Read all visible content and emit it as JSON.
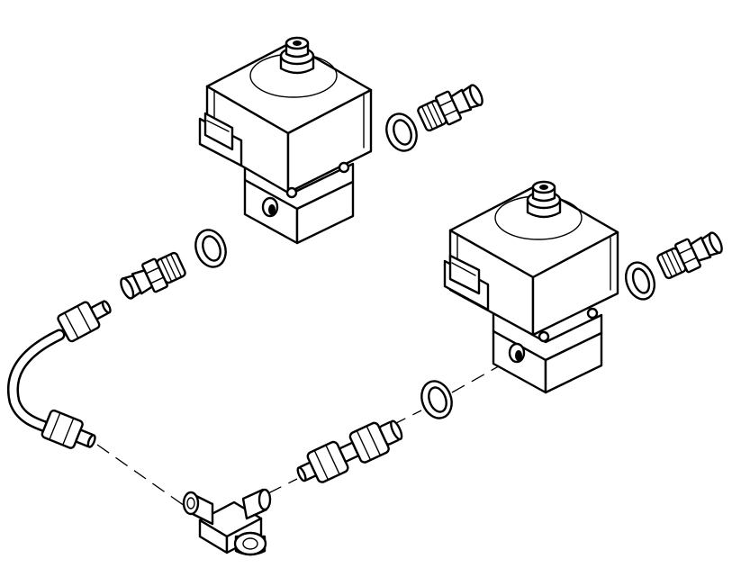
{
  "diagram": {
    "type": "exploded-assembly",
    "components": [
      {
        "kind": "solenoid-valve",
        "count": 2
      },
      {
        "kind": "hose-barb-fitting",
        "count": 3
      },
      {
        "kind": "sealing-washer",
        "count": 4
      },
      {
        "kind": "tube-with-nuts",
        "count": 1
      },
      {
        "kind": "tee-fitting",
        "count": 1
      },
      {
        "kind": "straight-compression-fitting",
        "count": 1
      }
    ],
    "colors": {
      "line": "#000000",
      "fill": "#ffffff"
    }
  }
}
